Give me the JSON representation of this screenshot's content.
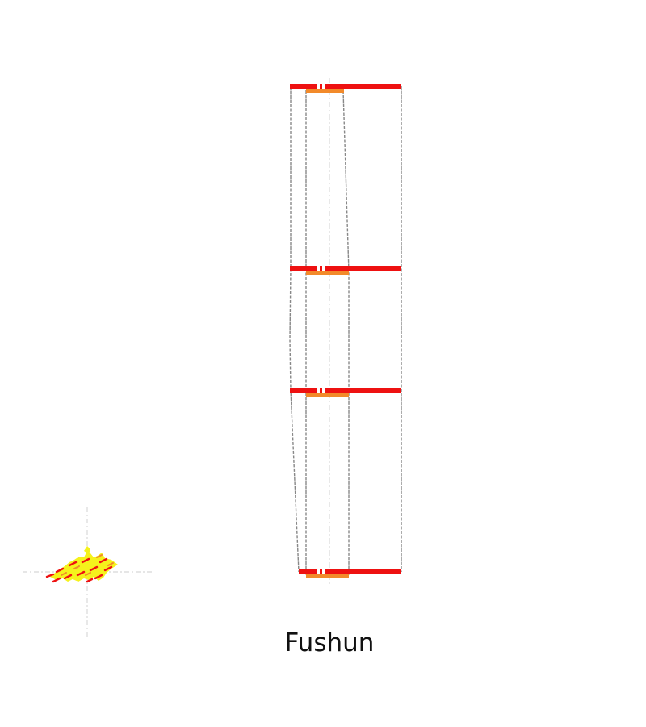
{
  "caption": "Fushun",
  "colors": {
    "outer_bar": "#ee1111",
    "inner_bar": "#f28a2a",
    "outline": "#888888",
    "axis": "#d8d8d8",
    "glyph_primary": "#f5f21c",
    "glyph_secondary": "#ee1111"
  },
  "diagram": {
    "level_count": 4,
    "outer_bar_count": 4,
    "inner_bar_count": 4
  }
}
